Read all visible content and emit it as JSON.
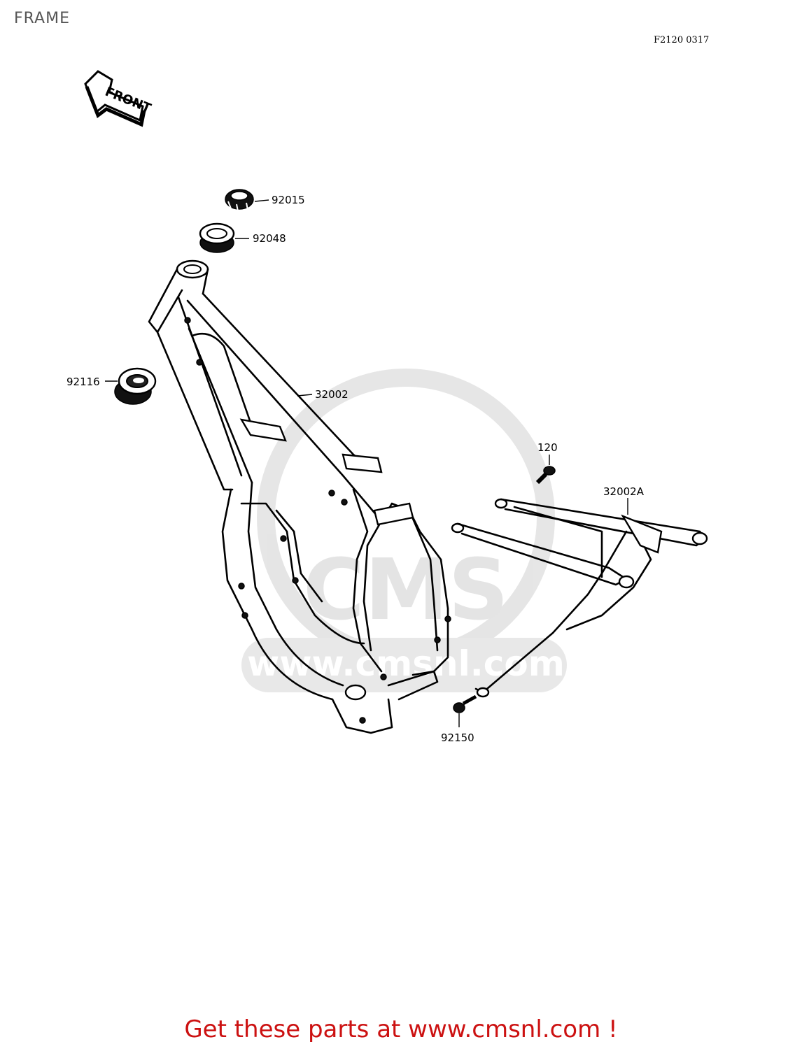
{
  "page": {
    "title": "FRAME",
    "diagram_code": "F2120 0317",
    "front_label": "FRONT",
    "footer": "Get these parts at www.cmsnl.com !"
  },
  "callouts": {
    "c92015": "92015",
    "c92048": "92048",
    "c92116": "92116",
    "c32002": "32002",
    "c120": "120",
    "c32002A": "32002A",
    "c92150": "92150"
  },
  "watermark": {
    "brand": "CMS",
    "url": "www.cmsnl.com"
  },
  "colors": {
    "footer_text": "#cc1111",
    "line": "#000000",
    "watermark": "#e0e0e0"
  }
}
